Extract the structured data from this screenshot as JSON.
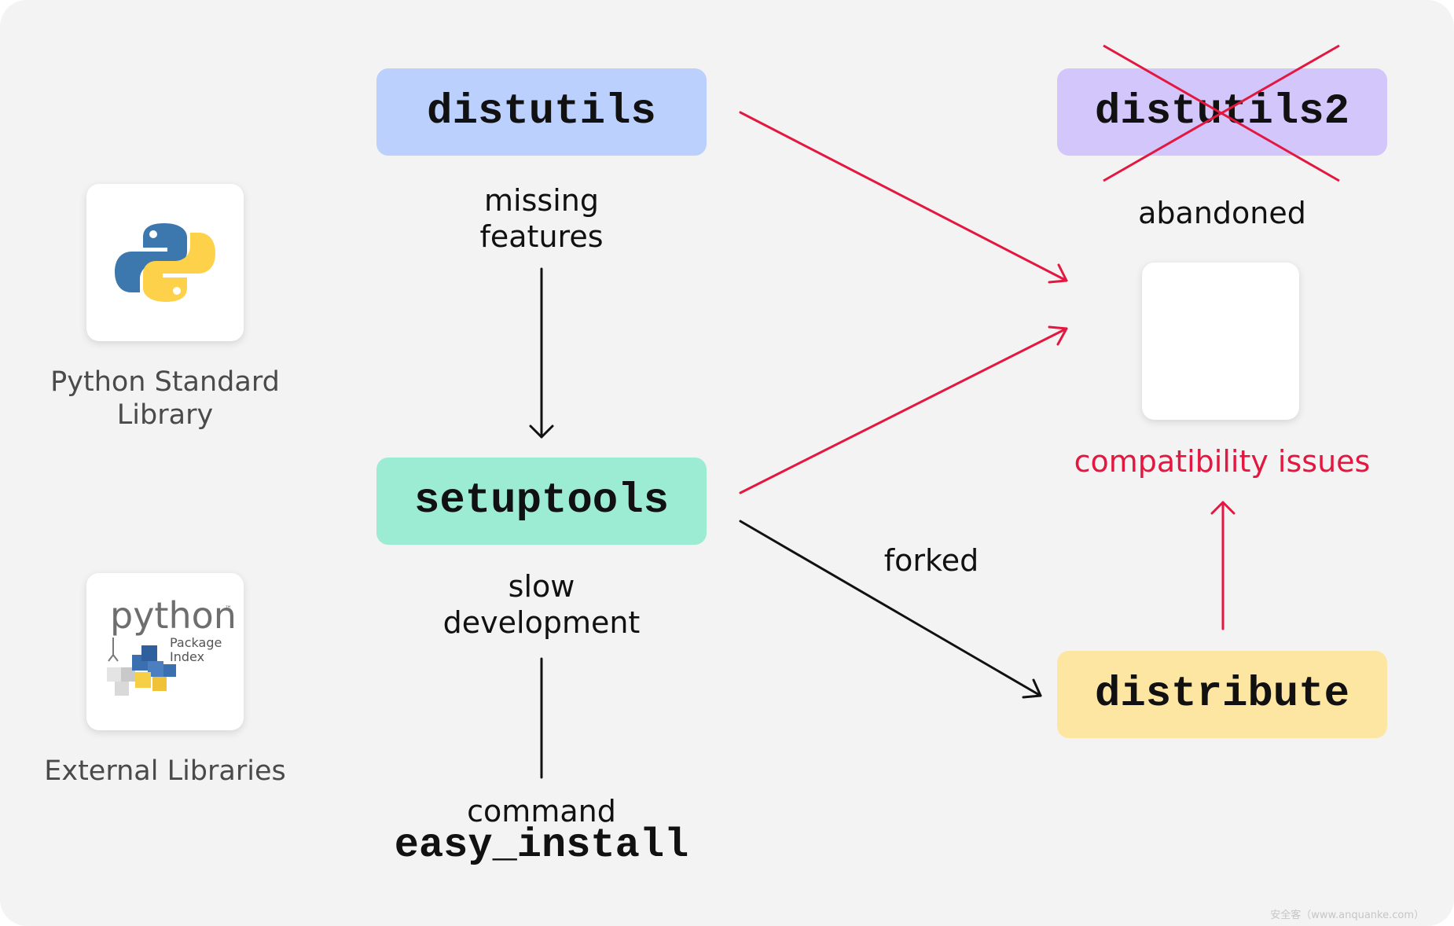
{
  "sources": {
    "stdlib": {
      "label": "Python Standard Library",
      "icon": "python-logo-icon"
    },
    "external": {
      "label": "External Libraries",
      "icon": "pypi-logo-icon",
      "logo_wordmark": "python",
      "logo_tm": "™",
      "logo_sub1": "Package",
      "logo_sub2": "Index"
    }
  },
  "nodes": {
    "distutils": {
      "label": "distutils",
      "color": "#bcd0fd"
    },
    "setuptools": {
      "label": "setuptools",
      "color": "#9cecd3"
    },
    "distutils2": {
      "label": "distutils2",
      "color": "#d2c6fb",
      "status": "crossed-out"
    },
    "distribute": {
      "label": "distribute",
      "color": "#fde6a2"
    }
  },
  "notes": {
    "missing_features_line1": "missing",
    "missing_features_line2": "features",
    "slow_development_line1": "slow",
    "slow_development_line2": "development",
    "command_label": "command",
    "command_name": "easy_install",
    "abandoned": "abandoned",
    "forked": "forked",
    "compatibility": "compatibility issues"
  },
  "edges": [
    {
      "from": "distutils",
      "to": "setuptools",
      "label": "missing features",
      "color": "#111111"
    },
    {
      "from": "setuptools",
      "to": "easy_install",
      "label": "slow development",
      "color": "#111111"
    },
    {
      "from": "setuptools",
      "to": "distribute",
      "label": "forked",
      "color": "#111111"
    },
    {
      "from": "distutils",
      "to": "compatibility issues",
      "color": "#e3173f"
    },
    {
      "from": "setuptools",
      "to": "compatibility issues",
      "color": "#e3173f"
    },
    {
      "from": "distribute",
      "to": "compatibility issues",
      "color": "#e3173f"
    }
  ],
  "colors": {
    "background": "#f3f3f3",
    "accent": "#e3173f",
    "ink": "#111111"
  },
  "watermark": "安全客（www.anquanke.com）"
}
